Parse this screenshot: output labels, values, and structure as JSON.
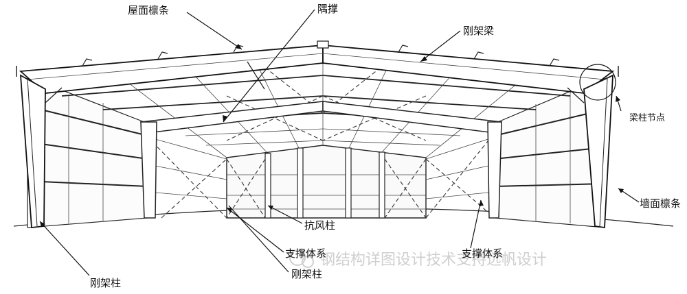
{
  "labels": {
    "roof_purlin": "屋面檩条",
    "brace": "隅撑",
    "rafter": "刚架梁",
    "beam_column_joint": "梁柱节点",
    "wall_purlin": "墙面檩条",
    "wind_column": "抗风柱",
    "bracing_system_left": "支撑体系",
    "bracing_system_right": "支撑体系",
    "frame_column_center": "刚架柱",
    "frame_column_left": "刚架柱"
  },
  "watermark": {
    "text": "钢结构详图设计技术支持远帆设计"
  }
}
